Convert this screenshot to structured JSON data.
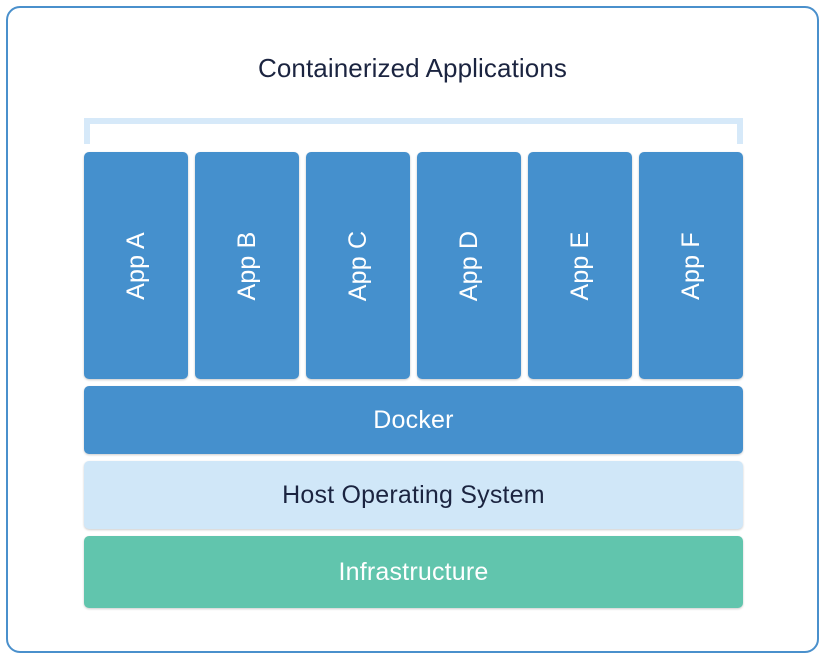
{
  "diagram": {
    "title": "Containerized Applications",
    "title_color": "#1b2440",
    "frame_border_color": "#4a90cc",
    "bracket_color": "#d6e9f9",
    "background_color": "#ffffff"
  },
  "apps": [
    {
      "label": "App A",
      "color": "#4590cd",
      "text_color": "#ffffff"
    },
    {
      "label": "App B",
      "color": "#4590cd",
      "text_color": "#ffffff"
    },
    {
      "label": "App C",
      "color": "#4590cd",
      "text_color": "#ffffff"
    },
    {
      "label": "App D",
      "color": "#4590cd",
      "text_color": "#ffffff"
    },
    {
      "label": "App E",
      "color": "#4590cd",
      "text_color": "#ffffff"
    },
    {
      "label": "App F",
      "color": "#4590cd",
      "text_color": "#ffffff"
    }
  ],
  "layers": [
    {
      "label": "Docker",
      "color": "#4590cd",
      "text_color": "#ffffff"
    },
    {
      "label": "Host Operating System",
      "color": "#d0e7f8",
      "text_color": "#1b2440"
    },
    {
      "label": "Infrastructure",
      "color": "#61c5ad",
      "text_color": "#ffffff"
    }
  ]
}
